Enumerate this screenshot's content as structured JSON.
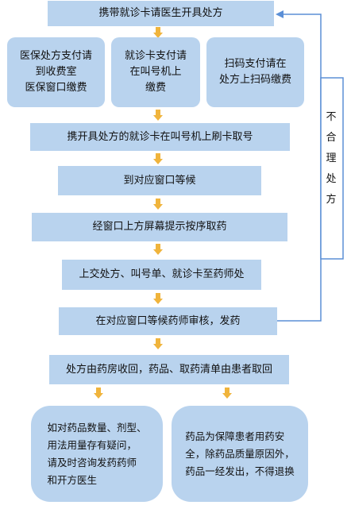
{
  "steps": {
    "s1": "携带就诊卡请医生开具处方",
    "s2a": "医保处方支付请\n到收费室\n医保窗口缴费",
    "s2b": "就诊卡支付请\n在叫号机上\n缴费",
    "s2c": "扫码支付请在\n处方上扫码缴费",
    "s3": "携开具处方的就诊卡在叫号机上刷卡取号",
    "s4": "到对应窗口等候",
    "s5": "经窗口上方屏幕提示按序取药",
    "s6": "上交处方、叫号单、就诊卡至药师处",
    "s7": "在对应窗口等候药师审核，发药",
    "s8": "处方由药房收回，药品、取药清单由患者取回",
    "s9a": "如对药品数量、剂型、\n用法用量存有疑问，\n请及时咨询发药药师\n和开方医生",
    "s9b": "药品为保障患者用药安\n全，除药品质量原因外，\n药品一经发出，不得退换"
  },
  "side": {
    "chars": [
      "不",
      "合",
      "理",
      "处",
      "方"
    ]
  },
  "colors": {
    "box": "#b9d3ee",
    "arrow": "#f0b43c",
    "line": "#5b8fd6"
  }
}
